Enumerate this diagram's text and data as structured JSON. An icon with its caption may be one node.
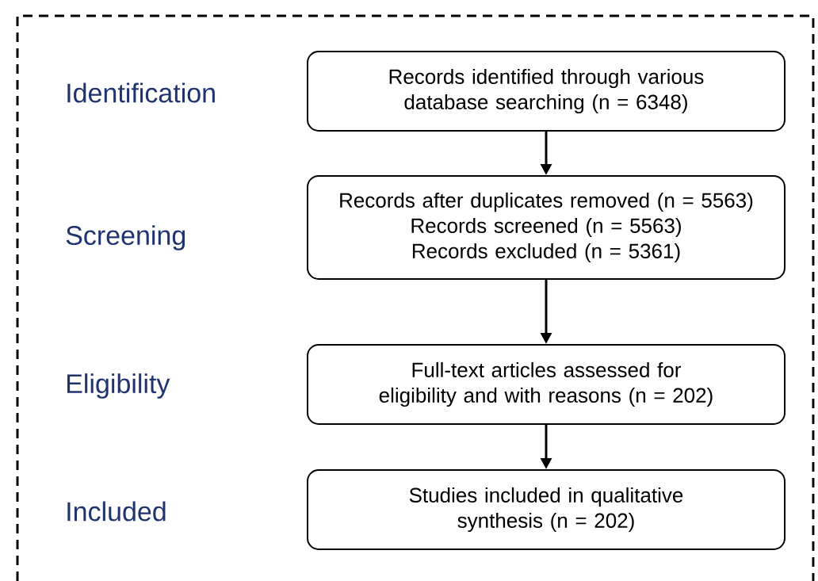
{
  "diagram": {
    "nodes": [
      {
        "text": [
          "Records identified through various database searching (n = 6348)"
        ]
      },
      {
        "text": [
          "Records after duplicates removed (n = 5563)",
          "Records screened (n = 5563)",
          "Records excluded (n = 5361)"
        ]
      },
      {
        "text": [
          "Full-text articles assessed for eligibility and with reasons (n = 202)"
        ]
      },
      {
        "text": [
          "Studies included in qualitative synthesis (n = 202)"
        ]
      }
    ],
    "edges": [
      {
        "from": 0,
        "to": 1,
        "arrow": "to"
      },
      {
        "from": 1,
        "to": 2,
        "arrow": "to"
      },
      {
        "from": 2,
        "to": 3,
        "arrow": "to"
      }
    ],
    "labels": [
      "Identification",
      "Screening",
      "Eligibility",
      "Included"
    ]
  }
}
